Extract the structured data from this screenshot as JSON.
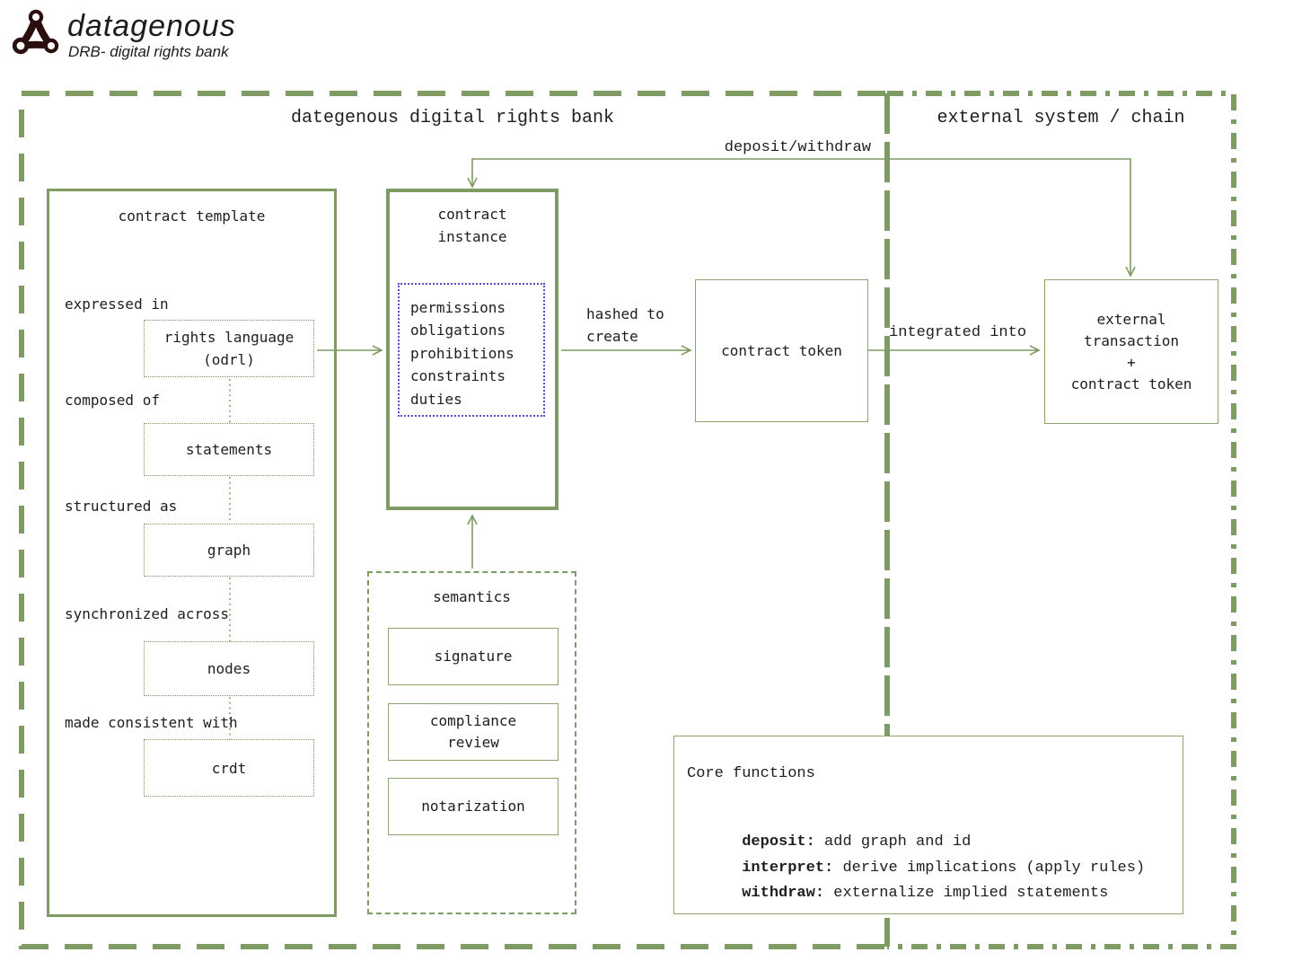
{
  "brand": {
    "name": "datagenous",
    "tagline": "DRB- digital rights bank"
  },
  "colors": {
    "green_thick": "#7d9b63",
    "green_thin": "#8aa571",
    "blue_dotted": "#5151c6",
    "logo_maroon": "#2b0e0e",
    "text": "#1e1e1e"
  },
  "sections": {
    "left_title": "dategenous digital rights bank",
    "right_title": "external system / chain"
  },
  "flow_labels": {
    "deposit_withdraw": "deposit/withdraw",
    "hashed_to_create": [
      "hashed to",
      "create"
    ],
    "integrated_into": "integrated into"
  },
  "contract_template": {
    "title": "contract template",
    "rows": [
      {
        "relation": "expressed in",
        "node": [
          "rights language",
          "(odrl)"
        ]
      },
      {
        "relation": "composed of",
        "node": [
          "statements"
        ]
      },
      {
        "relation": "structured as",
        "node": [
          "graph"
        ]
      },
      {
        "relation": "synchronized across",
        "node": [
          "nodes"
        ]
      },
      {
        "relation": "made consistent with",
        "node": [
          "crdt"
        ]
      }
    ]
  },
  "contract_instance": {
    "title": [
      "contract",
      "instance"
    ],
    "components": [
      "permissions",
      "obligations",
      "prohibitions",
      "constraints",
      "duties"
    ]
  },
  "semantics": {
    "title": "semantics",
    "items": [
      "signature",
      [
        "compliance",
        "review"
      ],
      "notarization"
    ]
  },
  "contract_token": {
    "label": "contract token"
  },
  "external_transaction": {
    "label": [
      "external",
      "transaction",
      "+",
      "contract token"
    ]
  },
  "core_functions": {
    "title": "Core functions",
    "entries": [
      {
        "keyword": "deposit:",
        "description": " add graph and id"
      },
      {
        "keyword": "interpret:",
        "description": " derive implications (apply rules)"
      },
      {
        "keyword": "withdraw:",
        "description": " externalize implied statements"
      }
    ]
  }
}
